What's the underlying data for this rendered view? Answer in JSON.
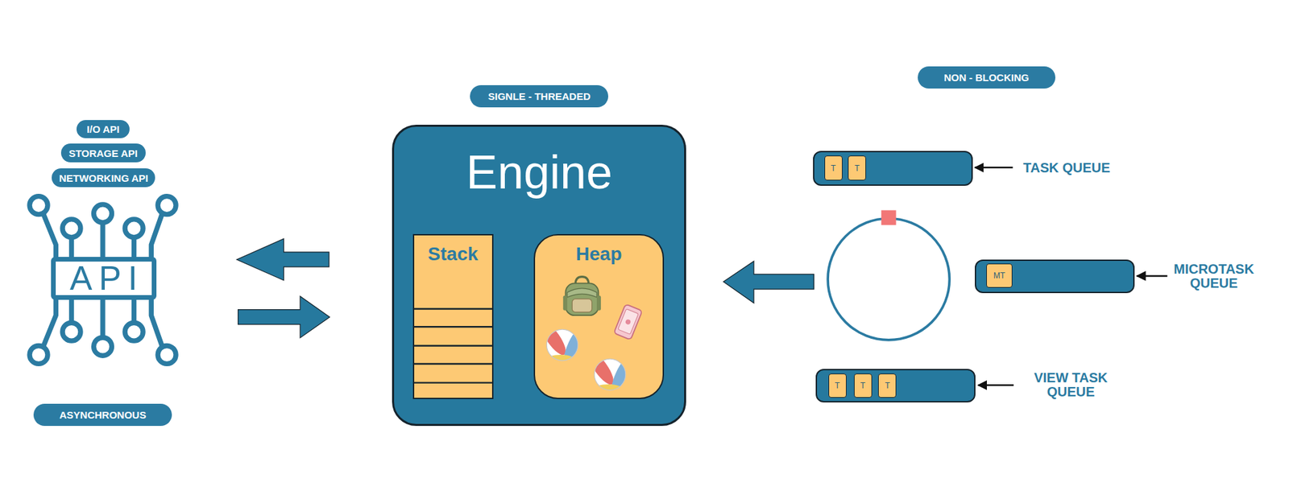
{
  "diagram": {
    "nodes": [
      {
        "text": [
          "I/O API"
        ]
      },
      {
        "text": [
          "STORAGE API"
        ]
      },
      {
        "text": [
          "NETWORKING API"
        ]
      },
      {
        "text": [
          "API"
        ]
      },
      {
        "text": [
          "ASYNCHRONOUS"
        ]
      },
      {
        "text": [
          "SIGNLE - THREADED"
        ]
      },
      {
        "text": [
          "Engine"
        ]
      },
      {
        "text": [
          "Stack"
        ],
        "in": 6
      },
      {
        "text": [
          "Heap"
        ],
        "in": 6
      },
      {
        "text": [
          "NON - BLOCKING"
        ]
      },
      {
        "text": [
          "TASK QUEUE"
        ]
      },
      {
        "text": [
          "T"
        ],
        "in": 10
      },
      {
        "text": [
          "T"
        ],
        "in": 10
      },
      {
        "text": [
          "MICROTASK QUEUE"
        ]
      },
      {
        "text": [
          "MT"
        ],
        "in": 13
      },
      {
        "text": [
          "VIEW TASK QUEUE"
        ]
      },
      {
        "text": [
          "T"
        ],
        "in": 15
      },
      {
        "text": [
          "T"
        ],
        "in": 15
      },
      {
        "text": [
          "T"
        ],
        "in": 15
      }
    ],
    "edges": [
      {
        "from": 6,
        "to": 3,
        "arrow": "to"
      },
      {
        "from": 3,
        "to": 6,
        "arrow": "to"
      }
    ]
  }
}
